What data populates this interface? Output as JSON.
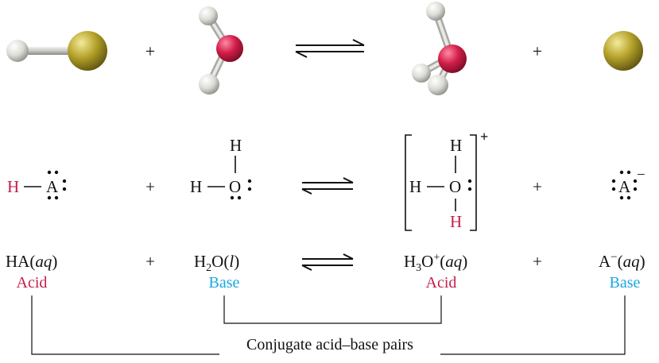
{
  "colors": {
    "acid": "#c41e4a",
    "base": "#1aa7e0",
    "text": "#111111",
    "oxygen": "#d11e48",
    "hydrogen": "#dcdcd6",
    "anion": "#b5a22a",
    "bond": "#c8c8c4"
  },
  "signs": {
    "plus": "+",
    "charge_plus": "+",
    "charge_minus": "−"
  },
  "lewis": {
    "h": "H",
    "o": "O",
    "a": "A"
  },
  "equation": {
    "ha_main": "HA(",
    "ha_italic": "aq",
    "ha_close": ")",
    "h2o_h": "H",
    "h2o_sub": "2",
    "h2o_o": "O(",
    "h2o_italic": "l",
    "h2o_close": ")",
    "h3o_h": "H",
    "h3o_sub": "3",
    "h3o_o": "O",
    "h3o_sup": "+",
    "h3o_open": "(",
    "h3o_italic": "aq",
    "h3o_close": ")",
    "a_main": "A",
    "a_sup": "−",
    "a_open": "(",
    "a_italic": "aq",
    "a_close": ")"
  },
  "roles": {
    "acid_1": "Acid",
    "base_1": "Base",
    "acid_2": "Acid",
    "base_2": "Base"
  },
  "caption": "Conjugate acid–base pairs"
}
